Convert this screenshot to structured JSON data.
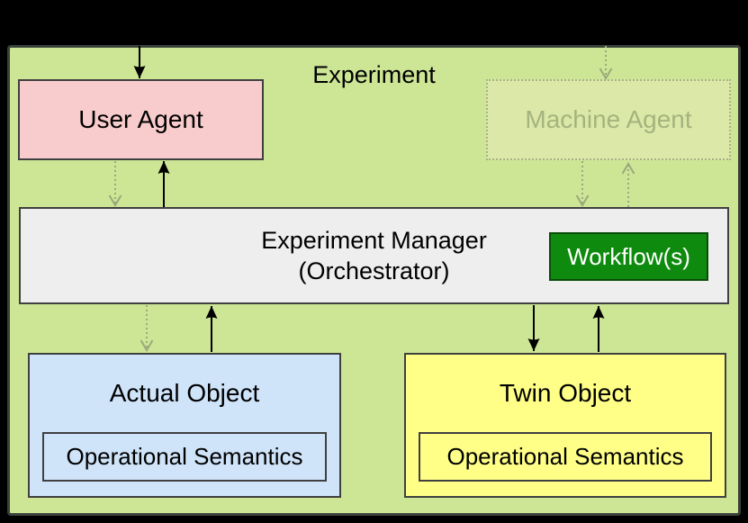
{
  "diagram": {
    "title": "Experiment",
    "nodes": {
      "user_agent": {
        "label": "User Agent"
      },
      "machine_agent": {
        "label": "Machine Agent"
      },
      "manager": {
        "label_line1": "Experiment Manager",
        "label_line2": "(Orchestrator)"
      },
      "workflow": {
        "label": "Workflow(s)"
      },
      "actual_object": {
        "label": "Actual Object",
        "sublabel": "Operational Semantics"
      },
      "twin_object": {
        "label": "Twin Object",
        "sublabel": "Operational Semantics"
      }
    }
  },
  "colors": {
    "canvas-bg": "#000000",
    "container-fill": "#cde695",
    "container-border": "#3a413a",
    "user-agent-fill": "#f8cccc",
    "machine-agent-fill": "#dce8a7",
    "machine-agent-border": "#a4b284",
    "machine-agent-text": "#a5b47e",
    "manager-fill": "#eeeeee",
    "workflow-fill": "#0e8a0e",
    "workflow-border": "#0a4d0a",
    "workflow-text": "#ffffff",
    "actual-fill": "#cfe3f9",
    "twin-fill": "#ffff88",
    "box-border": "#404040",
    "arrow-solid": "#000000",
    "arrow-dotted": "#9aa97d"
  }
}
